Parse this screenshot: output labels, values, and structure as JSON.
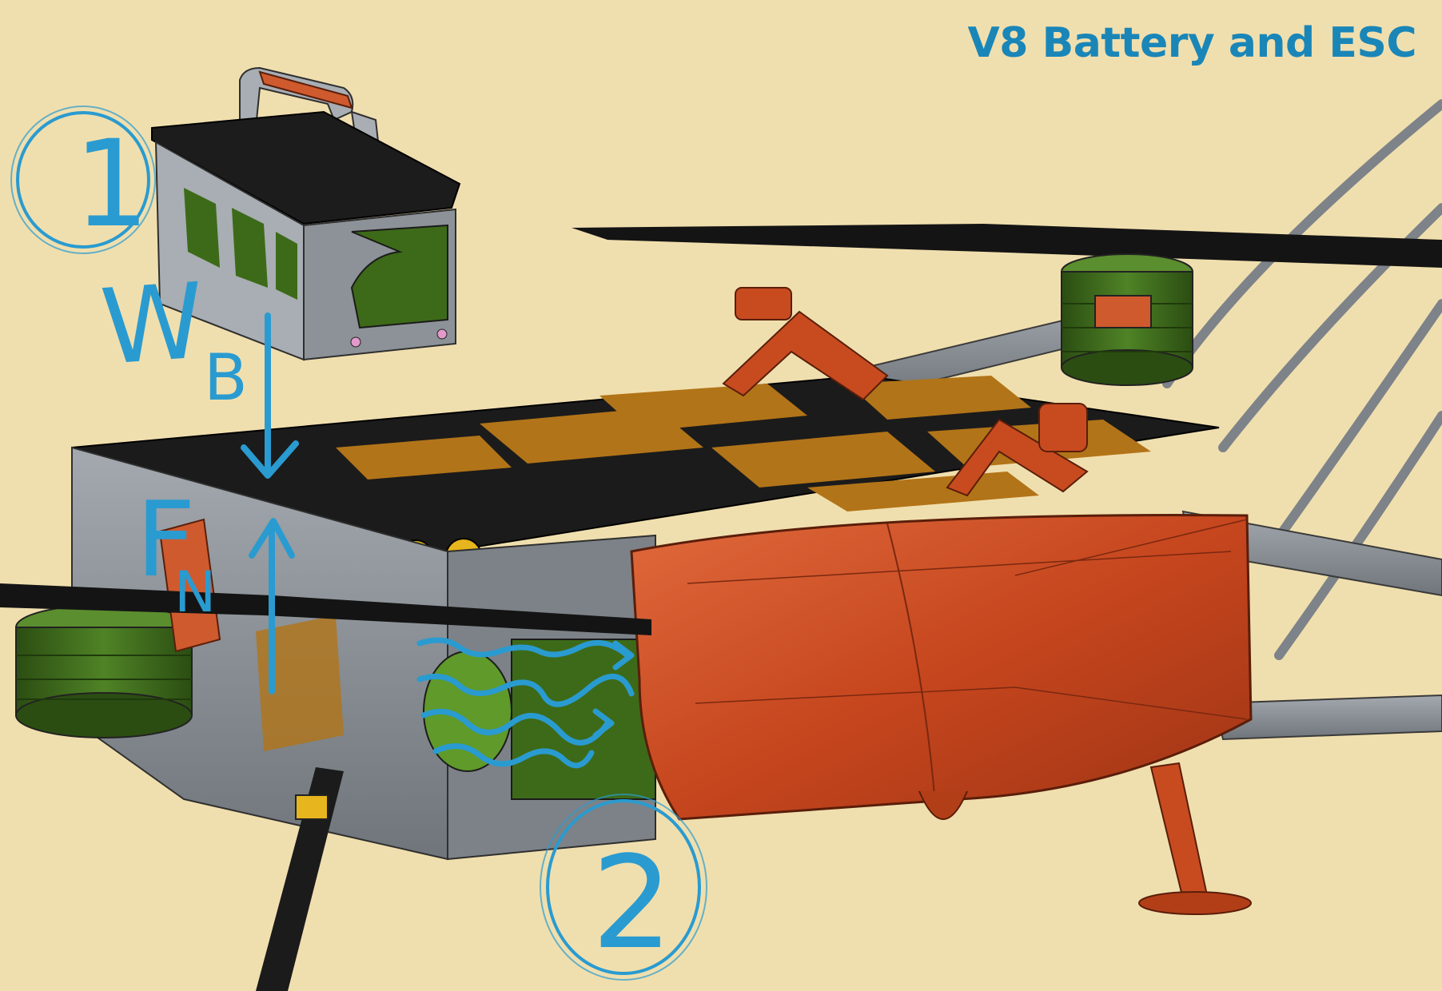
{
  "header": {
    "title": "V8 Battery and ESC"
  },
  "annotations": {
    "callout_1": "1",
    "callout_2": "2",
    "weight_main": "W",
    "weight_sub": "B",
    "normal_main": "F",
    "normal_sub": "N"
  },
  "colors": {
    "background": "#f0dfae",
    "ink": "#2a9bd0",
    "title": "#1a86b8",
    "shell_orange": "#cc4a22",
    "frame_black": "#1a1a1a",
    "frame_gray": "#8c9297",
    "motor_green": "#3e6b1c",
    "plate_amber": "#b27418"
  }
}
